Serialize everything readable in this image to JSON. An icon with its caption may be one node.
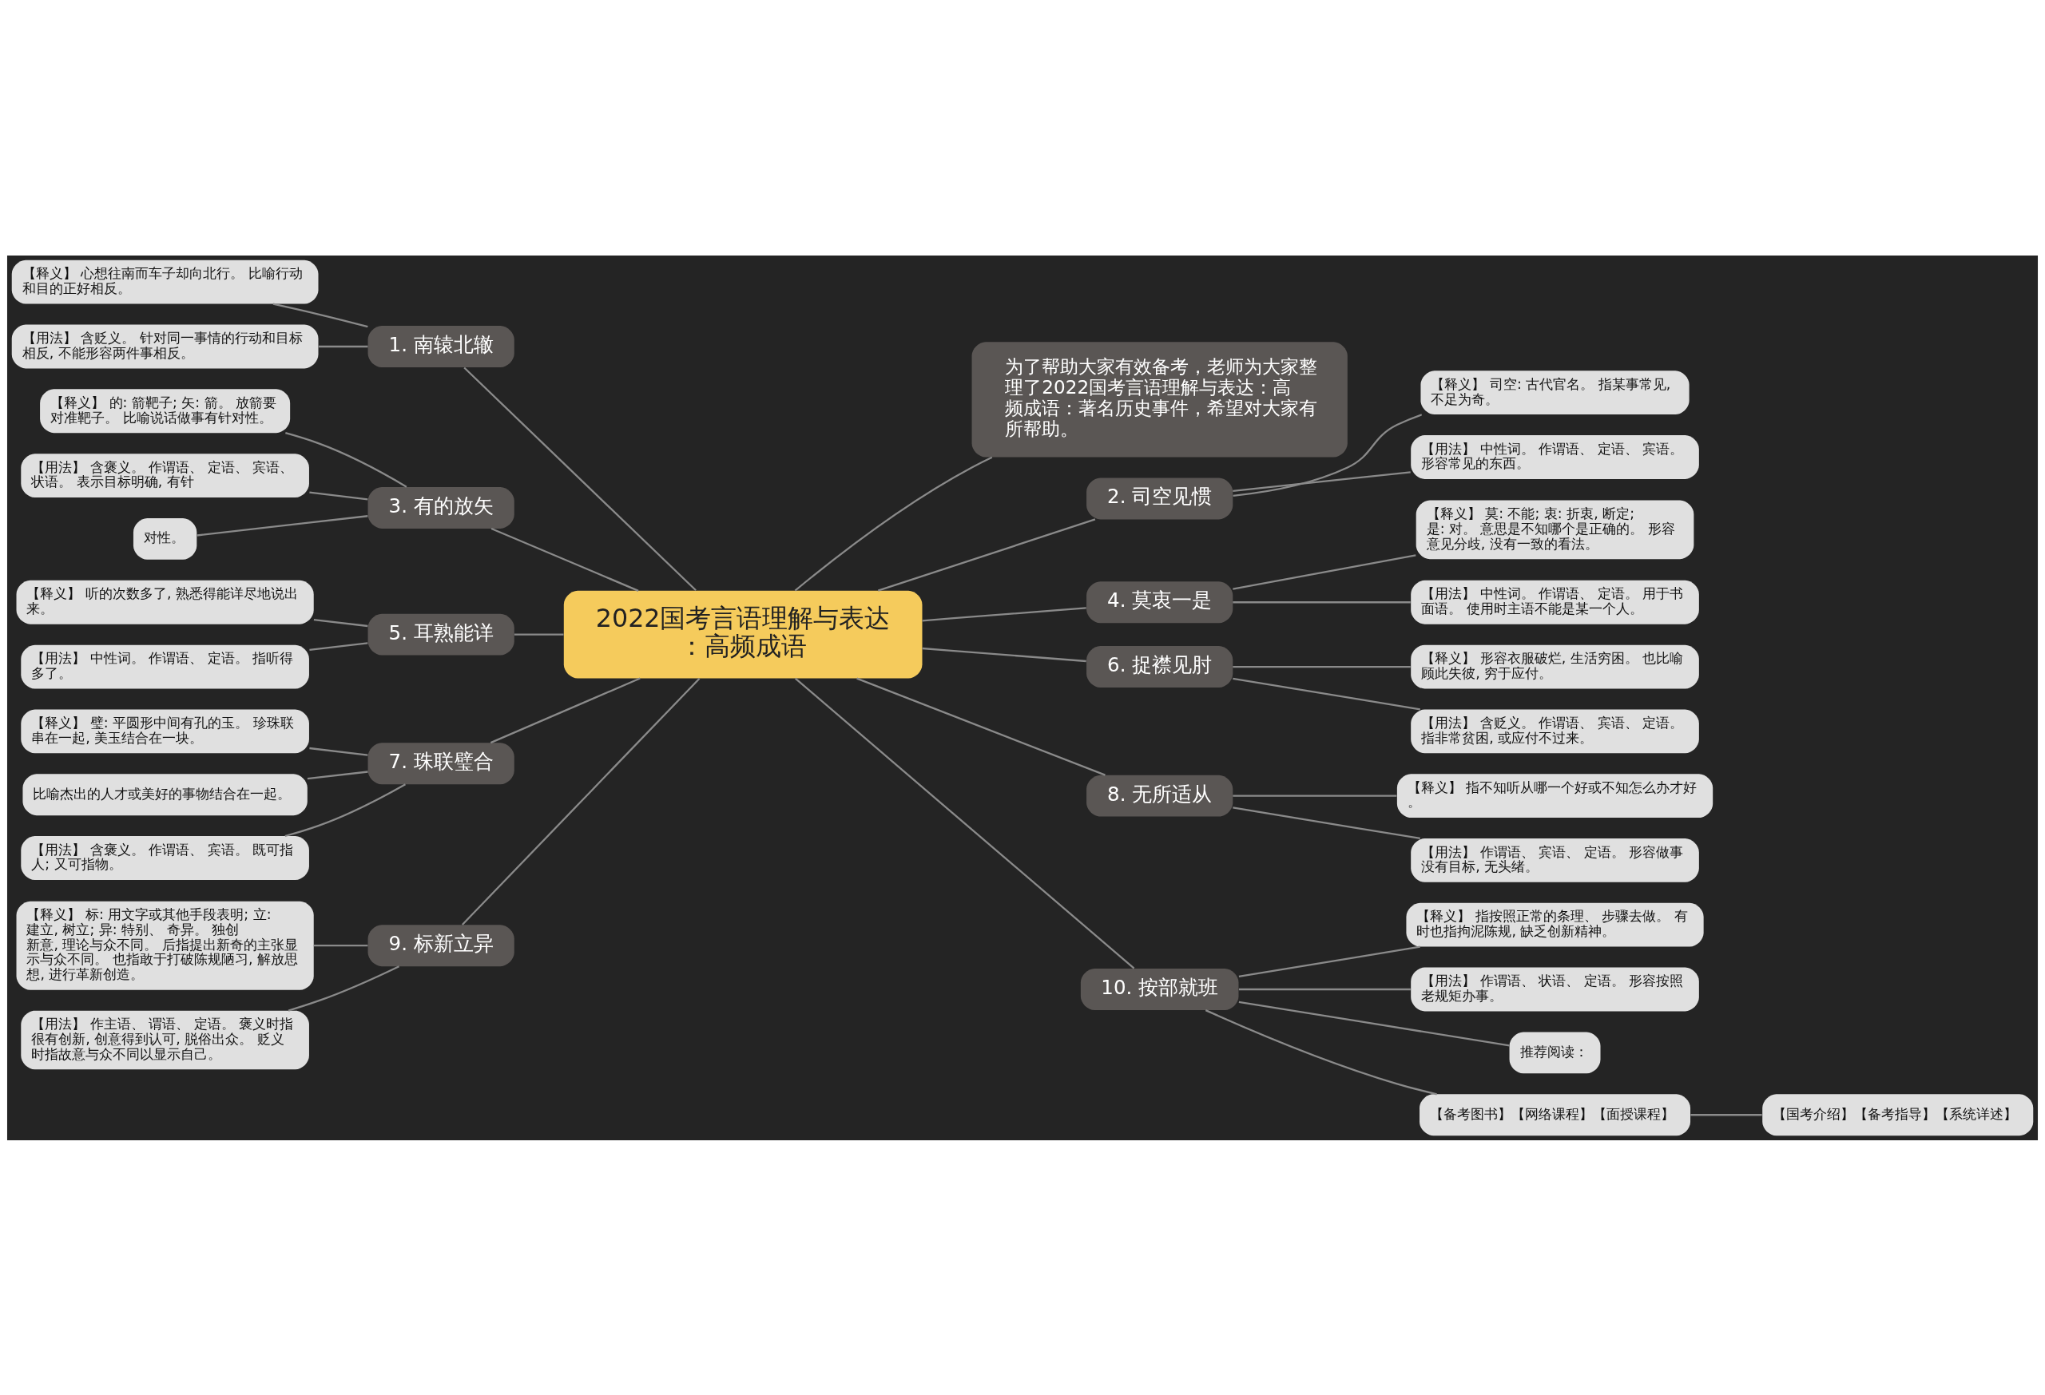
{
  "diagram": {
    "nodes": [
      {
        "text": [
          "2022国考言语理解与表达：高频成语"
        ]
      },
      {
        "text": [
          "为了帮助大家有效备考，老师为大家整理了2022国考言语理解与表达：高频成语：著名历史事件，希望对大家有所帮助。"
        ]
      },
      {
        "text": [
          "1. 南辕北辙"
        ]
      },
      {
        "text": [
          "【释义】 心想往南而车子却向北行。 比喻行动和目的正好相反。"
        ]
      },
      {
        "text": [
          "【用法】 含贬义。 针对同一事情的行动和目标相反, 不能形容两件事相反。"
        ]
      },
      {
        "text": [
          "2. 司空见惯"
        ]
      },
      {
        "text": [
          "【释义】 司空: 古代官名。 指某事常见, 不足为奇。"
        ]
      },
      {
        "text": [
          "【用法】 中性词。 作谓语、 定语、 宾语。形容常见的东西。"
        ]
      },
      {
        "text": [
          "3. 有的放矢"
        ]
      },
      {
        "text": [
          "【释义】 的: 箭靶子; 矢: 箭。 放箭要对准靶子。 比喻说话做事有针对性。"
        ]
      },
      {
        "text": [
          "【用法】 含褒义。 作谓语、 定语、 宾语、状语。 表示目标明确, 有针"
        ]
      },
      {
        "text": [
          "对性。"
        ]
      },
      {
        "text": [
          "4. 莫衷一是"
        ]
      },
      {
        "text": [
          "【释义】 莫: 不能; 衷: 折衷, 断定; 是: 对。 意思是不知哪个是正确的。 形容意见分歧, 没有一致的看法。"
        ]
      },
      {
        "text": [
          "【用法】 中性词。 作谓语、 定语。 用于书面语。 使用时主语不能是某一个人。"
        ]
      },
      {
        "text": [
          "5. 耳熟能详"
        ]
      },
      {
        "text": [
          "【释义】 听的次数多了, 熟悉得能详尽地说出来。"
        ]
      },
      {
        "text": [
          "【用法】 中性词。 作谓语、 定语。 指听得多了。"
        ]
      },
      {
        "text": [
          "6. 捉襟见肘"
        ]
      },
      {
        "text": [
          "【释义】 形容衣服破烂, 生活穷困。 也比喻顾此失彼, 穷于应付。"
        ]
      },
      {
        "text": [
          "【用法】 含贬义。 作谓语、 宾语、 定语。指非常贫困, 或应付不过来。"
        ]
      },
      {
        "text": [
          "7. 珠联璧合"
        ]
      },
      {
        "text": [
          "【释义】 璧: 平圆形中间有孔的玉。 珍珠联串在一起, 美玉结合在一块。"
        ]
      },
      {
        "text": [
          "比喻杰出的人才或美好的事物结合在一起。"
        ]
      },
      {
        "text": [
          "【用法】 含褒义。 作谓语、 宾语。 既可指人; 又可指物。"
        ]
      },
      {
        "text": [
          "8. 无所适从"
        ]
      },
      {
        "text": [
          "【释义】 指不知听从哪一个好或不知怎么办才好。"
        ]
      },
      {
        "text": [
          "【用法】 作谓语、 宾语、 定语。 形容做事没有目标, 无头绪。"
        ]
      },
      {
        "text": [
          "9. 标新立异"
        ]
      },
      {
        "text": [
          "【释义】 标: 用文字或其他手段表明; 立: 建立, 树立; 异: 特别、 奇异。 独创新意, 理论与众不同。 后指提出新奇的主张显示与众不同。 也指敢于打破陈规陋习, 解放思想, 进行革新创造。"
        ]
      },
      {
        "text": [
          "【用法】 作主语、 谓语、 定语。 褒义时指很有创新, 创意得到认可, 脱俗出众。 贬义时指故意与众不同以显示自己。"
        ]
      },
      {
        "text": [
          "10. 按部就班"
        ]
      },
      {
        "text": [
          "【释义】 指按照正常的条理、 步骤去做。 有时也指拘泥陈规, 缺乏创新精神。"
        ]
      },
      {
        "text": [
          "【用法】 作谓语、 状语、 定语。 形容按照老规矩办事。"
        ]
      },
      {
        "text": [
          "推荐阅读："
        ]
      },
      {
        "text": [
          "【备考图书】【网络课程】【面授课程】"
        ]
      },
      {
        "text": [
          "【国考介绍】【备考指导】【系统详述】"
        ]
      }
    ],
    "edges": [
      {
        "from": 0,
        "to": 1,
        "arrow": "none"
      },
      {
        "from": 0,
        "to": 2,
        "arrow": "none"
      },
      {
        "from": 2,
        "to": 3,
        "arrow": "none"
      },
      {
        "from": 2,
        "to": 4,
        "arrow": "none"
      },
      {
        "from": 0,
        "to": 5,
        "arrow": "none"
      },
      {
        "from": 5,
        "to": 6,
        "arrow": "none"
      },
      {
        "from": 5,
        "to": 7,
        "arrow": "none"
      },
      {
        "from": 0,
        "to": 8,
        "arrow": "none"
      },
      {
        "from": 8,
        "to": 9,
        "arrow": "none"
      },
      {
        "from": 8,
        "to": 10,
        "arrow": "none"
      },
      {
        "from": 8,
        "to": 11,
        "arrow": "none"
      },
      {
        "from": 0,
        "to": 12,
        "arrow": "none"
      },
      {
        "from": 12,
        "to": 13,
        "arrow": "none"
      },
      {
        "from": 12,
        "to": 14,
        "arrow": "none"
      },
      {
        "from": 0,
        "to": 15,
        "arrow": "none"
      },
      {
        "from": 15,
        "to": 16,
        "arrow": "none"
      },
      {
        "from": 15,
        "to": 17,
        "arrow": "none"
      },
      {
        "from": 0,
        "to": 18,
        "arrow": "none"
      },
      {
        "from": 18,
        "to": 19,
        "arrow": "none"
      },
      {
        "from": 18,
        "to": 20,
        "arrow": "none"
      },
      {
        "from": 0,
        "to": 21,
        "arrow": "none"
      },
      {
        "from": 21,
        "to": 22,
        "arrow": "none"
      },
      {
        "from": 21,
        "to": 23,
        "arrow": "none"
      },
      {
        "from": 21,
        "to": 24,
        "arrow": "none"
      },
      {
        "from": 0,
        "to": 25,
        "arrow": "none"
      },
      {
        "from": 25,
        "to": 26,
        "arrow": "none"
      },
      {
        "from": 25,
        "to": 27,
        "arrow": "none"
      },
      {
        "from": 0,
        "to": 28,
        "arrow": "none"
      },
      {
        "from": 28,
        "to": 29,
        "arrow": "none"
      },
      {
        "from": 28,
        "to": 30,
        "arrow": "none"
      },
      {
        "from": 0,
        "to": 31,
        "arrow": "none"
      },
      {
        "from": 31,
        "to": 32,
        "arrow": "none"
      },
      {
        "from": 31,
        "to": 33,
        "arrow": "none"
      },
      {
        "from": 31,
        "to": 34,
        "arrow": "none"
      },
      {
        "from": 31,
        "to": 35,
        "arrow": "none"
      },
      {
        "from": 35,
        "to": 36,
        "arrow": "none"
      }
    ]
  }
}
